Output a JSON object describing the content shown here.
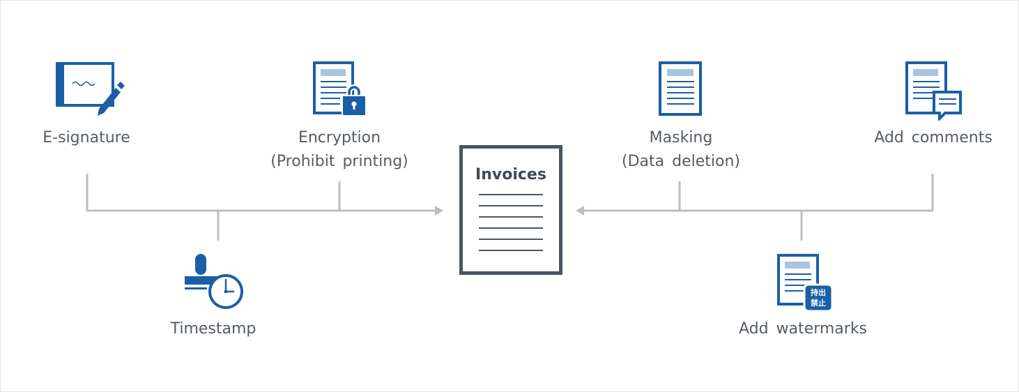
{
  "diagram": {
    "center": {
      "title": "Invoices"
    },
    "features": {
      "esignature": "E-signature",
      "encryption_line1": "Encryption",
      "encryption_line2": "(Prohibit printing)",
      "timestamp": "Timestamp",
      "masking_line1": "Masking",
      "masking_line2": "(Data deletion)",
      "comments": "Add comments",
      "watermarks": "Add watermarks",
      "watermark_stamp_line1": "持出",
      "watermark_stamp_line2": "禁止"
    }
  },
  "colors": {
    "icon_blue": "#1a5ea8",
    "icon_light_blue": "#a9c4e0",
    "connector_gray": "#b9bec3",
    "text_gray": "#555c63",
    "center_border": "#4a5660"
  }
}
